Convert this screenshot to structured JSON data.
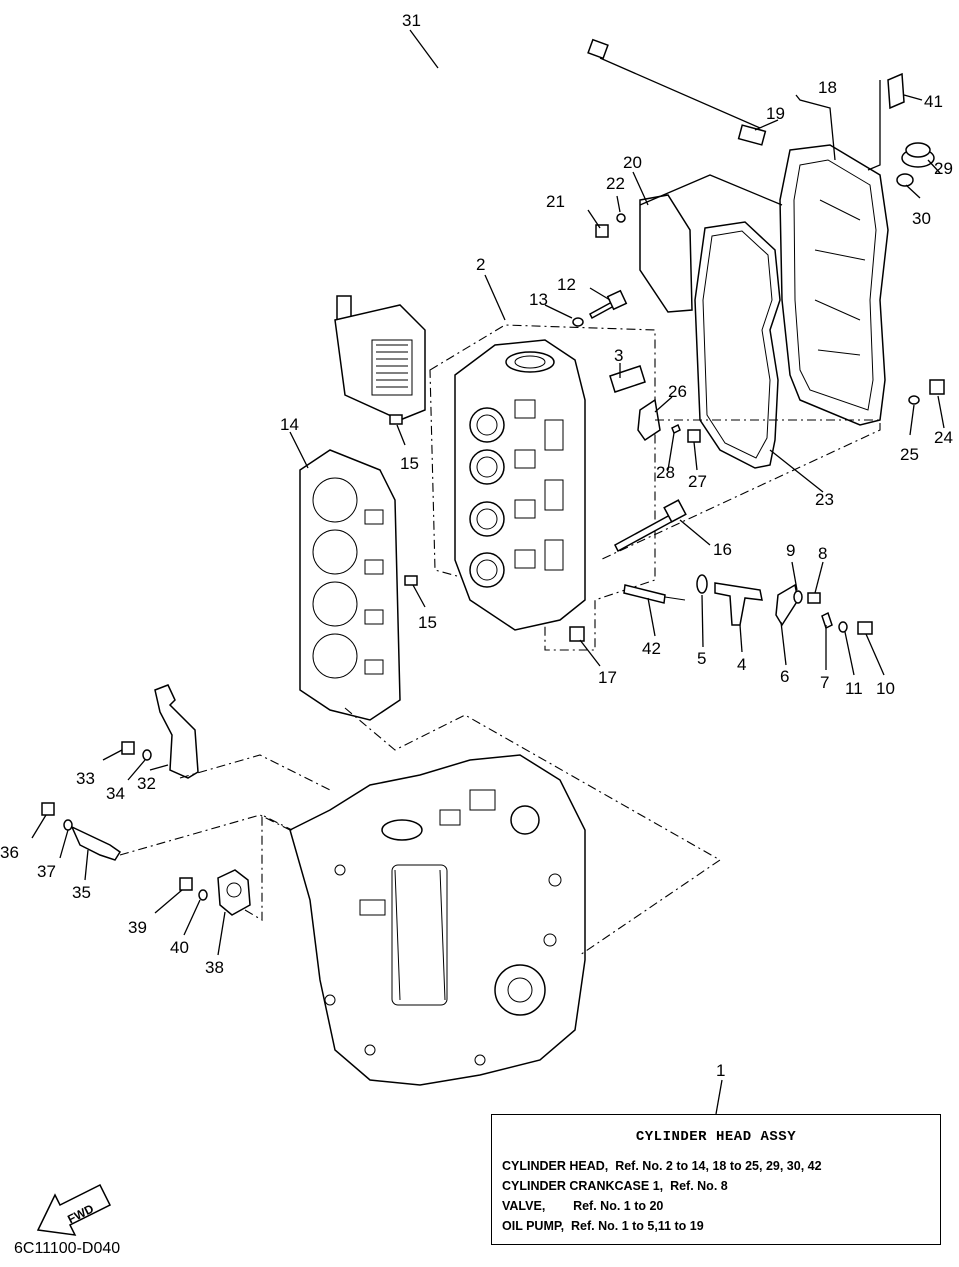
{
  "callouts": {
    "p1": "1",
    "p2": "2",
    "p3": "3",
    "p4": "4",
    "p5": "5",
    "p6": "6",
    "p7": "7",
    "p8": "8",
    "p9": "9",
    "p10": "10",
    "p11": "11",
    "p12": "12",
    "p13": "13",
    "p14": "14",
    "p15a": "15",
    "p15b": "15",
    "p16": "16",
    "p17": "17",
    "p18": "18",
    "p19": "19",
    "p20": "20",
    "p21": "21",
    "p22": "22",
    "p23": "23",
    "p24": "24",
    "p25": "25",
    "p26": "26",
    "p27": "27",
    "p28": "28",
    "p29": "29",
    "p30": "30",
    "p31": "31",
    "p32": "32",
    "p33": "33",
    "p34": "34",
    "p35": "35",
    "p36": "36",
    "p37": "37",
    "p38": "38",
    "p39": "39",
    "p40": "40",
    "p41": "41",
    "p42": "42"
  },
  "spec_box": {
    "title": "CYLINDER HEAD  ASSY",
    "lines": [
      "CYLINDER HEAD,  Ref. No. 2 to 14, 18 to 25, 29, 30, 42",
      "CYLINDER CRANKCASE 1,  Ref. No. 8",
      "VALVE,        Ref. No. 1 to 20",
      "OIL PUMP,  Ref. No. 1 to 5,11 to 19"
    ]
  },
  "fwd_label": "FWD",
  "drawing_code": "6C11100-D040"
}
